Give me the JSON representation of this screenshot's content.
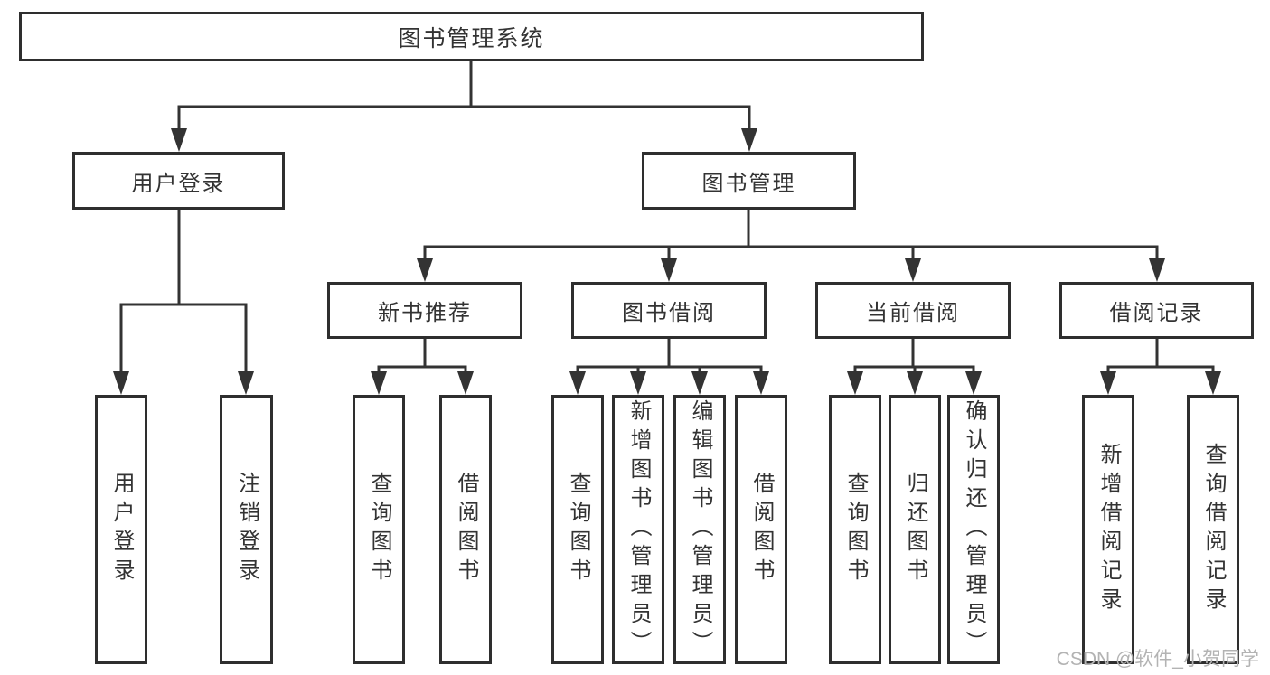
{
  "diagram": {
    "root": {
      "label": "图书管理系统"
    },
    "level2": [
      {
        "label": "用户登录"
      },
      {
        "label": "图书管理"
      }
    ],
    "level3": [
      {
        "label": "新书推荐",
        "parent": "图书管理"
      },
      {
        "label": "图书借阅",
        "parent": "图书管理"
      },
      {
        "label": "当前借阅",
        "parent": "图书管理"
      },
      {
        "label": "借阅记录",
        "parent": "图书管理"
      }
    ],
    "leaves": [
      {
        "label": "用户登录",
        "parent": "用户登录"
      },
      {
        "label": "注销登录",
        "parent": "用户登录"
      },
      {
        "label": "查询图书",
        "parent": "新书推荐"
      },
      {
        "label": "借阅图书",
        "parent": "新书推荐"
      },
      {
        "label": "查询图书",
        "parent": "图书借阅"
      },
      {
        "label": "新增图书（管理员）",
        "parent": "图书借阅"
      },
      {
        "label": "编辑图书（管理员）",
        "parent": "图书借阅"
      },
      {
        "label": "借阅图书",
        "parent": "图书借阅"
      },
      {
        "label": "查询图书",
        "parent": "当前借阅"
      },
      {
        "label": "归还图书",
        "parent": "当前借阅"
      },
      {
        "label": "确认归还（管理员）",
        "parent": "当前借阅"
      },
      {
        "label": "新增借阅记录",
        "parent": "借阅记录"
      },
      {
        "label": "查询借阅记录",
        "parent": "借阅记录"
      }
    ],
    "colors": {
      "line": "#333333",
      "border": "#2e2e2e",
      "text": "#333333",
      "watermark_text": "#b3b3b3",
      "background": "#ffffff"
    },
    "watermark": "CSDN @软件_小贺同学"
  }
}
